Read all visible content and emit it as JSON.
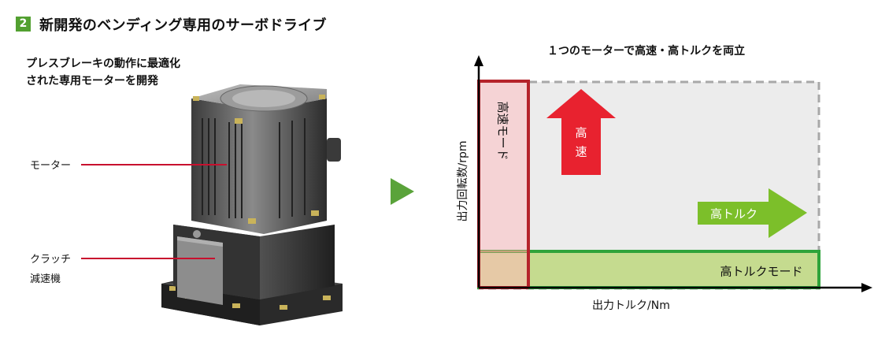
{
  "header": {
    "section_number": "2",
    "title": "新開発のベンディング専用のサーボドライブ"
  },
  "left_panel": {
    "caption_line1": "プレスブレーキの動作に最適化",
    "caption_line2": "された専用モーターを開発",
    "callout_motor": "モーター",
    "callout_clutch_line1": "クラッチ",
    "callout_clutch_line2": "減速機"
  },
  "diagram": {
    "title": "１つのモーターで高速・高トルクを両立",
    "y_axis_label": "出力回転数/rpm",
    "x_axis_label": "出力トルク/Nm",
    "high_speed_mode_label": "高速モード",
    "high_torque_mode_label": "高トルクモード",
    "up_arrow_label_line1": "高",
    "up_arrow_label_line2": "速",
    "right_arrow_label": "高トルク"
  },
  "colors": {
    "badge_green": "#52a030",
    "callout_red": "#c8102e",
    "speed_mode_border": "#b5232b",
    "speed_mode_fill": "#f5d3d5",
    "torque_mode_border": "#2fa33a",
    "torque_mode_fill": "#c5db8f",
    "envelope_fill": "#ececec",
    "envelope_dash": "#a8a8a8",
    "up_arrow": "#e8222f",
    "right_arrow": "#7cbf2a",
    "play_arrow": "#5aa33a"
  }
}
